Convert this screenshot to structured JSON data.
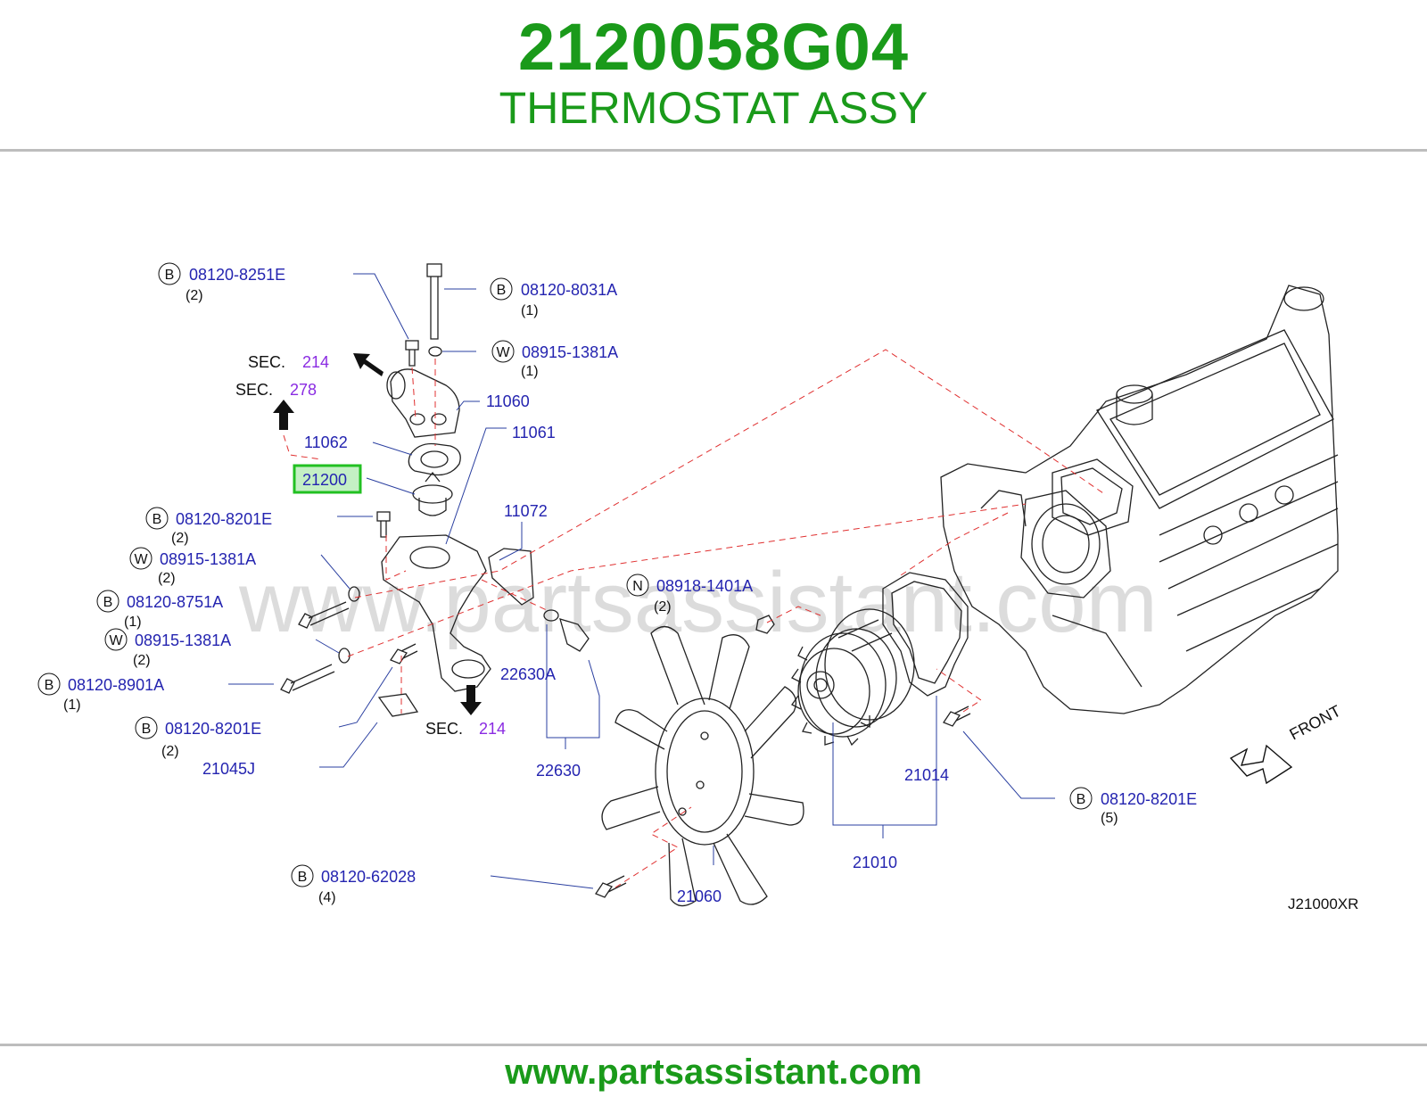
{
  "header": {
    "part_number": "2120058G04",
    "part_name": "THERMOSTAT ASSY"
  },
  "footer": {
    "url": "www.partsassistant.com"
  },
  "watermark": "www.partsassistant.com",
  "diagram_code": "J21000XR",
  "front_label": "FRONT",
  "highlighted_part": "21200",
  "sections": [
    {
      "prefix": "SEC.",
      "number": "214"
    },
    {
      "prefix": "SEC.",
      "number": "278"
    },
    {
      "prefix": "SEC.",
      "number": "214"
    }
  ],
  "callouts": [
    {
      "letter": "B",
      "part": "08120-8251E",
      "qty": "(2)"
    },
    {
      "letter": "B",
      "part": "08120-8031A",
      "qty": "(1)"
    },
    {
      "letter": "W",
      "part": "08915-1381A",
      "qty": "(1)"
    },
    {
      "letter": "B",
      "part": "08120-8201E",
      "qty": "(2)"
    },
    {
      "letter": "W",
      "part": "08915-1381A",
      "qty": "(2)"
    },
    {
      "letter": "B",
      "part": "08120-8751A",
      "qty": "(1)"
    },
    {
      "letter": "W",
      "part": "08915-1381A",
      "qty": "(2)"
    },
    {
      "letter": "B",
      "part": "08120-8901A",
      "qty": "(1)"
    },
    {
      "letter": "B",
      "part": "08120-8201E",
      "qty": "(2)"
    },
    {
      "letter": "N",
      "part": "08918-1401A",
      "qty": "(2)"
    },
    {
      "letter": "B",
      "part": "08120-8201E",
      "qty": "(5)"
    },
    {
      "letter": "B",
      "part": "08120-62028",
      "qty": "(4)"
    }
  ],
  "part_labels": [
    "11060",
    "11061",
    "11062",
    "11072",
    "22630A",
    "22630",
    "21045J",
    "21014",
    "21010",
    "21060"
  ],
  "colors": {
    "title": "#1a9a1a",
    "label": "#2424b0",
    "section_number": "#8a2be2",
    "dashed_line": "#e03030",
    "highlight": "#22c022"
  }
}
